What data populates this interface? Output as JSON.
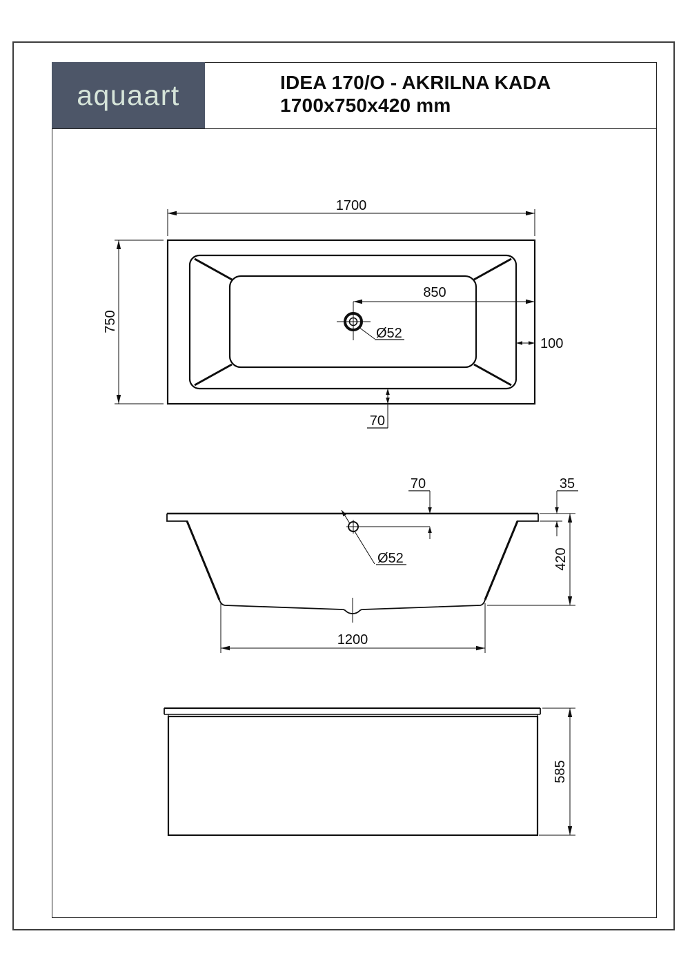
{
  "header": {
    "logo_text": "aquaart",
    "title_line1": "IDEA 170/O - AKRILNA KADA",
    "title_line2": "1700x750x420 mm"
  },
  "colors": {
    "logo_bg": "#4d5668",
    "logo_fg": "#d6e4d9",
    "line": "#0e0e0e",
    "frame": "#3c3c3c"
  },
  "views": {
    "top": {
      "dim_width": "1700",
      "dim_depth": "750",
      "dim_drain_offset": "850",
      "drain_label": "Ø52",
      "dim_rim_right": "100",
      "dim_rim_bottom": "70"
    },
    "side": {
      "dim_drain_from_edge": "70",
      "dim_rim_thickness": "35",
      "dim_height": "420",
      "drain_label": "Ø52",
      "dim_bottom_length": "1200"
    },
    "front": {
      "dim_height": "585"
    }
  }
}
